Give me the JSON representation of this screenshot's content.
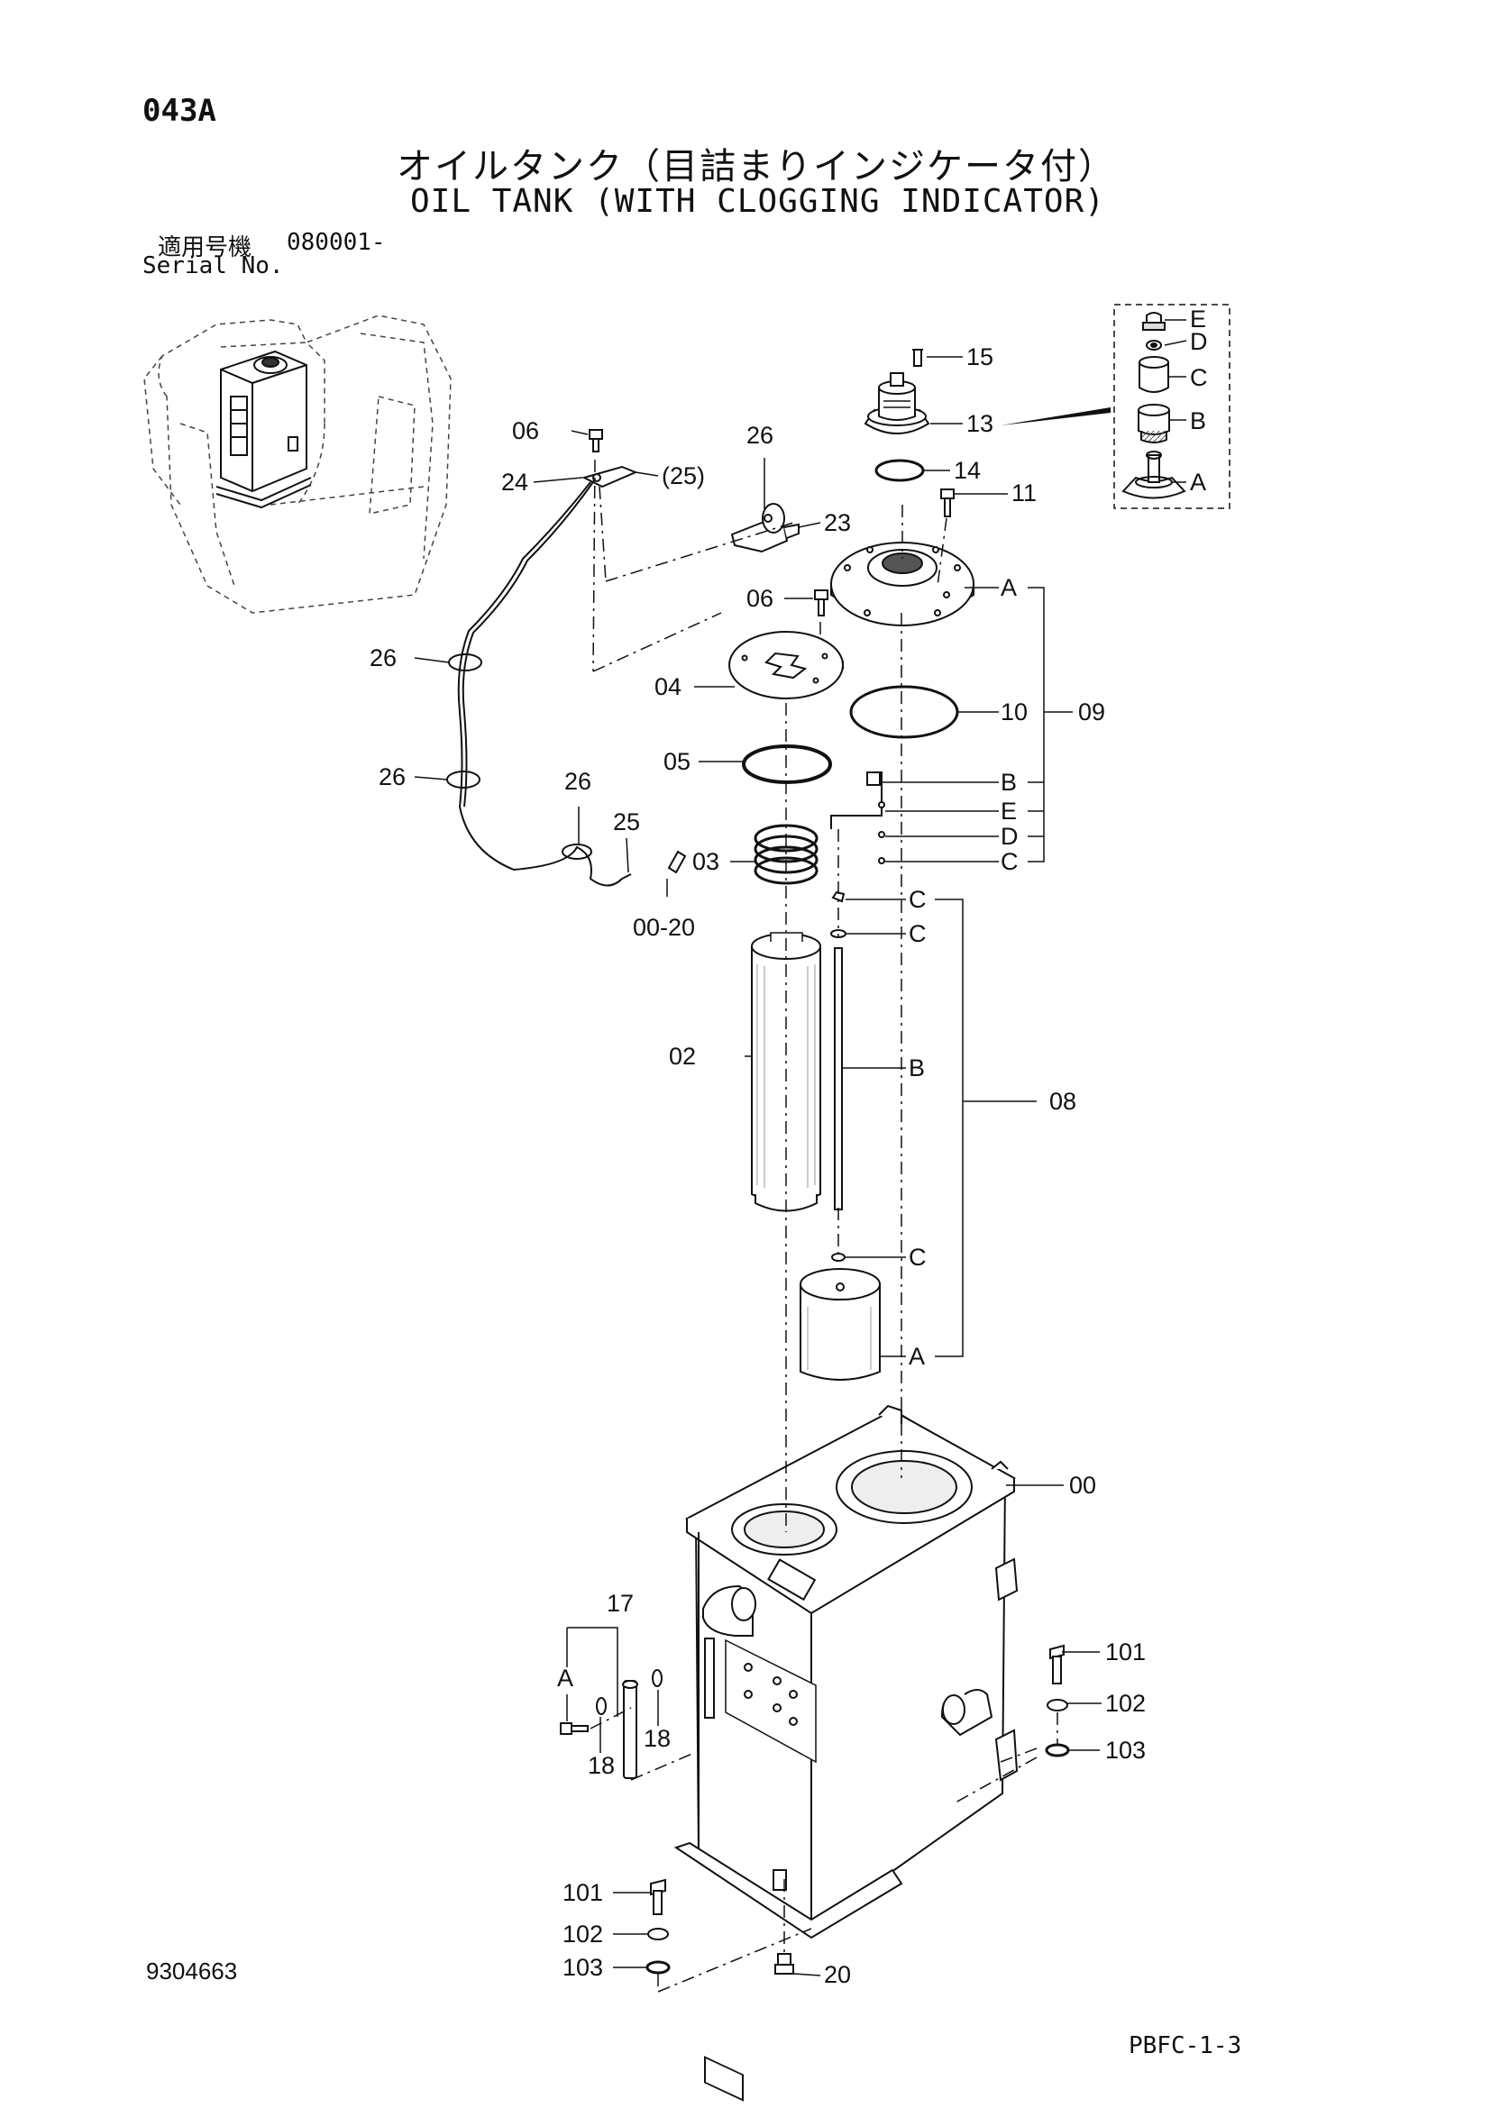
{
  "header": {
    "page_code": "043A",
    "title_jp": "オイルタンク（目詰まりインジケータ付）",
    "title_en": "OIL TANK (WITH CLOGGING INDICATOR)",
    "serial_label_jp": "適用号機",
    "serial_range": "080001-",
    "serial_label_en": "Serial No."
  },
  "footer": {
    "drawing_number": "9304663",
    "page_ref": "PBFC-1-3"
  },
  "callouts": {
    "p00": "00",
    "p02": "02",
    "p03": "03",
    "p04": "04",
    "p05": "05",
    "p06a": "06",
    "p06b": "06",
    "p08": "08",
    "p09": "09",
    "p10": "10",
    "p11": "11",
    "p13": "13",
    "p14": "14",
    "p15": "15",
    "p17": "17",
    "p18a": "18",
    "p18b": "18",
    "p20": "20",
    "p23": "23",
    "p24": "24",
    "p25": "25",
    "p25b": "(25)",
    "p26a": "26",
    "p26b": "26",
    "p26c": "26",
    "p26d": "26",
    "p0020": "00-20",
    "p101a": "101",
    "p102a": "102",
    "p103a": "103",
    "p101b": "101",
    "p102b": "102",
    "p103b": "103"
  },
  "sub_letters": {
    "inset": [
      "E",
      "D",
      "C",
      "B",
      "A"
    ],
    "group09": [
      "A",
      "B",
      "E",
      "D",
      "C"
    ],
    "group08": [
      "C",
      "C",
      "B",
      "C",
      "A"
    ],
    "group17": "A"
  }
}
